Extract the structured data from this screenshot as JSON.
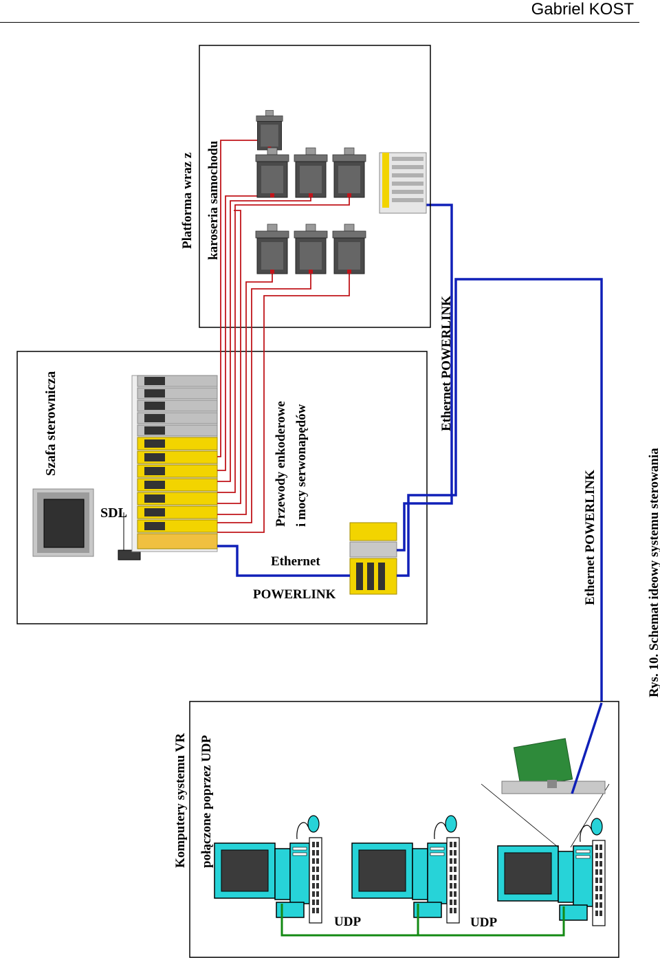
{
  "header": {
    "author": "Gabriel KOST"
  },
  "labels": {
    "cabinet_title": "Szafa sterownicza",
    "sdl": "SDL",
    "platform_title_1": "Platforma wraz z",
    "platform_title_2": "karoseria samochodu",
    "cables_1": "Przewody enkoderowe",
    "cables_2": "i mocy serwonapędów",
    "ethernet": "Ethernet",
    "powerlink": "POWERLINK",
    "eth_powerlink_upper": "Ethernet POWERLINK",
    "eth_powerlink_lower": "Ethernet POWERLINK",
    "vr_title_1": "Komputery systemu VR",
    "vr_title_2": "połączone poprzez UDP",
    "udp_1": "UDP",
    "udp_2": "UDP",
    "caption": "Rys. 10. Schemat ideowy systemu sterowania"
  },
  "colors": {
    "powerlink_line": "#1020b8",
    "power_cable": "#c0141a",
    "udp_line": "#138a13",
    "computer_body": "#27d3d8",
    "drive_yellow": "#f2d400",
    "drive_grey": "#b8b8b8"
  },
  "icons": [
    "touch-panel-icon",
    "servo-drive-icon",
    "servo-motor-icon",
    "io-module-icon",
    "network-card-icon",
    "computer-icon"
  ]
}
